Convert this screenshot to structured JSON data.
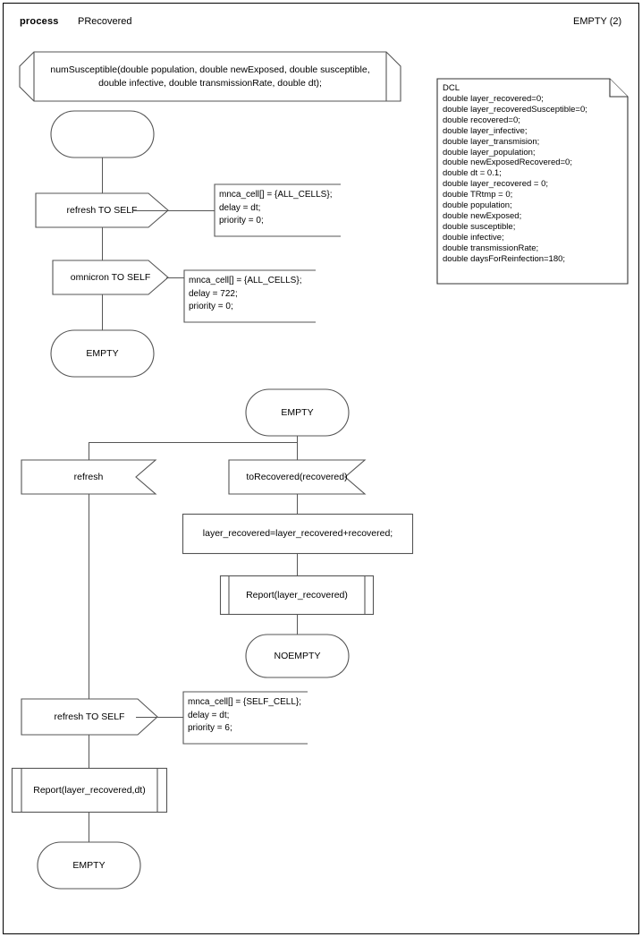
{
  "header": {
    "keyword": "process",
    "name": "PRecovered",
    "right_label": "EMPTY (2)"
  },
  "text_symbol": {
    "name": "numSusceptible-signature",
    "text": "numSusceptible(double population, double newExposed, double susceptible,\ndouble infective, double transmissionRate, double dt);"
  },
  "dcl": {
    "title": "DCL",
    "declarations": [
      "double layer_recovered=0;",
      "double layer_recoveredSusceptible=0;",
      "double recovered=0;",
      "double layer_infective;",
      "double layer_transmision;",
      "double layer_population;",
      "double newExposedRecovered=0;",
      "double dt = 0.1;",
      "double layer_recovered = 0;",
      "double TRtmp = 0;",
      "double population;",
      "double newExposed;",
      "double susceptible;",
      "double infective;",
      "double transmissionRate;",
      "double daysForReinfection=180;"
    ],
    "text": "DCL\ndouble layer_recovered=0;\ndouble layer_recoveredSusceptible=0;\ndouble recovered=0;\ndouble layer_infective;\ndouble layer_transmision;\ndouble layer_population;\ndouble newExposedRecovered=0;\ndouble dt = 0.1;\ndouble layer_recovered = 0;\ndouble TRtmp = 0;\ndouble population;\ndouble newExposed;\ndouble susceptible;\ndouble infective;\ndouble transmissionRate;\ndouble daysForReinfection=180;"
  },
  "nodes": {
    "start_state": {
      "label": ""
    },
    "out_refresh_self_1": {
      "label": "refresh TO SELF"
    },
    "cmt_refresh_1": {
      "text": "mnca_cell[] = {ALL_CELLS};\ndelay = dt;\npriority = 0;"
    },
    "out_omnicron_self": {
      "label": "omnicron TO SELF"
    },
    "cmt_omnicron": {
      "text": "mnca_cell[] = {ALL_CELLS};\ndelay = 722;\npriority = 0;"
    },
    "state_empty_1": {
      "label": "EMPTY"
    },
    "state_empty_2": {
      "label": "EMPTY"
    },
    "in_refresh": {
      "label": "refresh"
    },
    "in_torecovered": {
      "label": "toRecovered(recovered)"
    },
    "task_layer_recovered": {
      "label": "layer_recovered=layer_recovered+recovered;"
    },
    "call_report_1": {
      "label": "Report(layer_recovered)"
    },
    "state_noempty": {
      "label": "NOEMPTY"
    },
    "out_refresh_self_2": {
      "label": "refresh TO SELF"
    },
    "cmt_refresh_2": {
      "text": "mnca_cell[] = {SELF_CELL};\ndelay = dt;\npriority = 6;"
    },
    "call_report_2": {
      "label": "Report(layer_recovered,dt)"
    },
    "state_empty_3": {
      "label": "EMPTY"
    }
  },
  "colors": {
    "stroke": "#555555",
    "stroke_dark": "#333333",
    "frame": "#000000",
    "background": "#ffffff",
    "text": "#000000"
  }
}
